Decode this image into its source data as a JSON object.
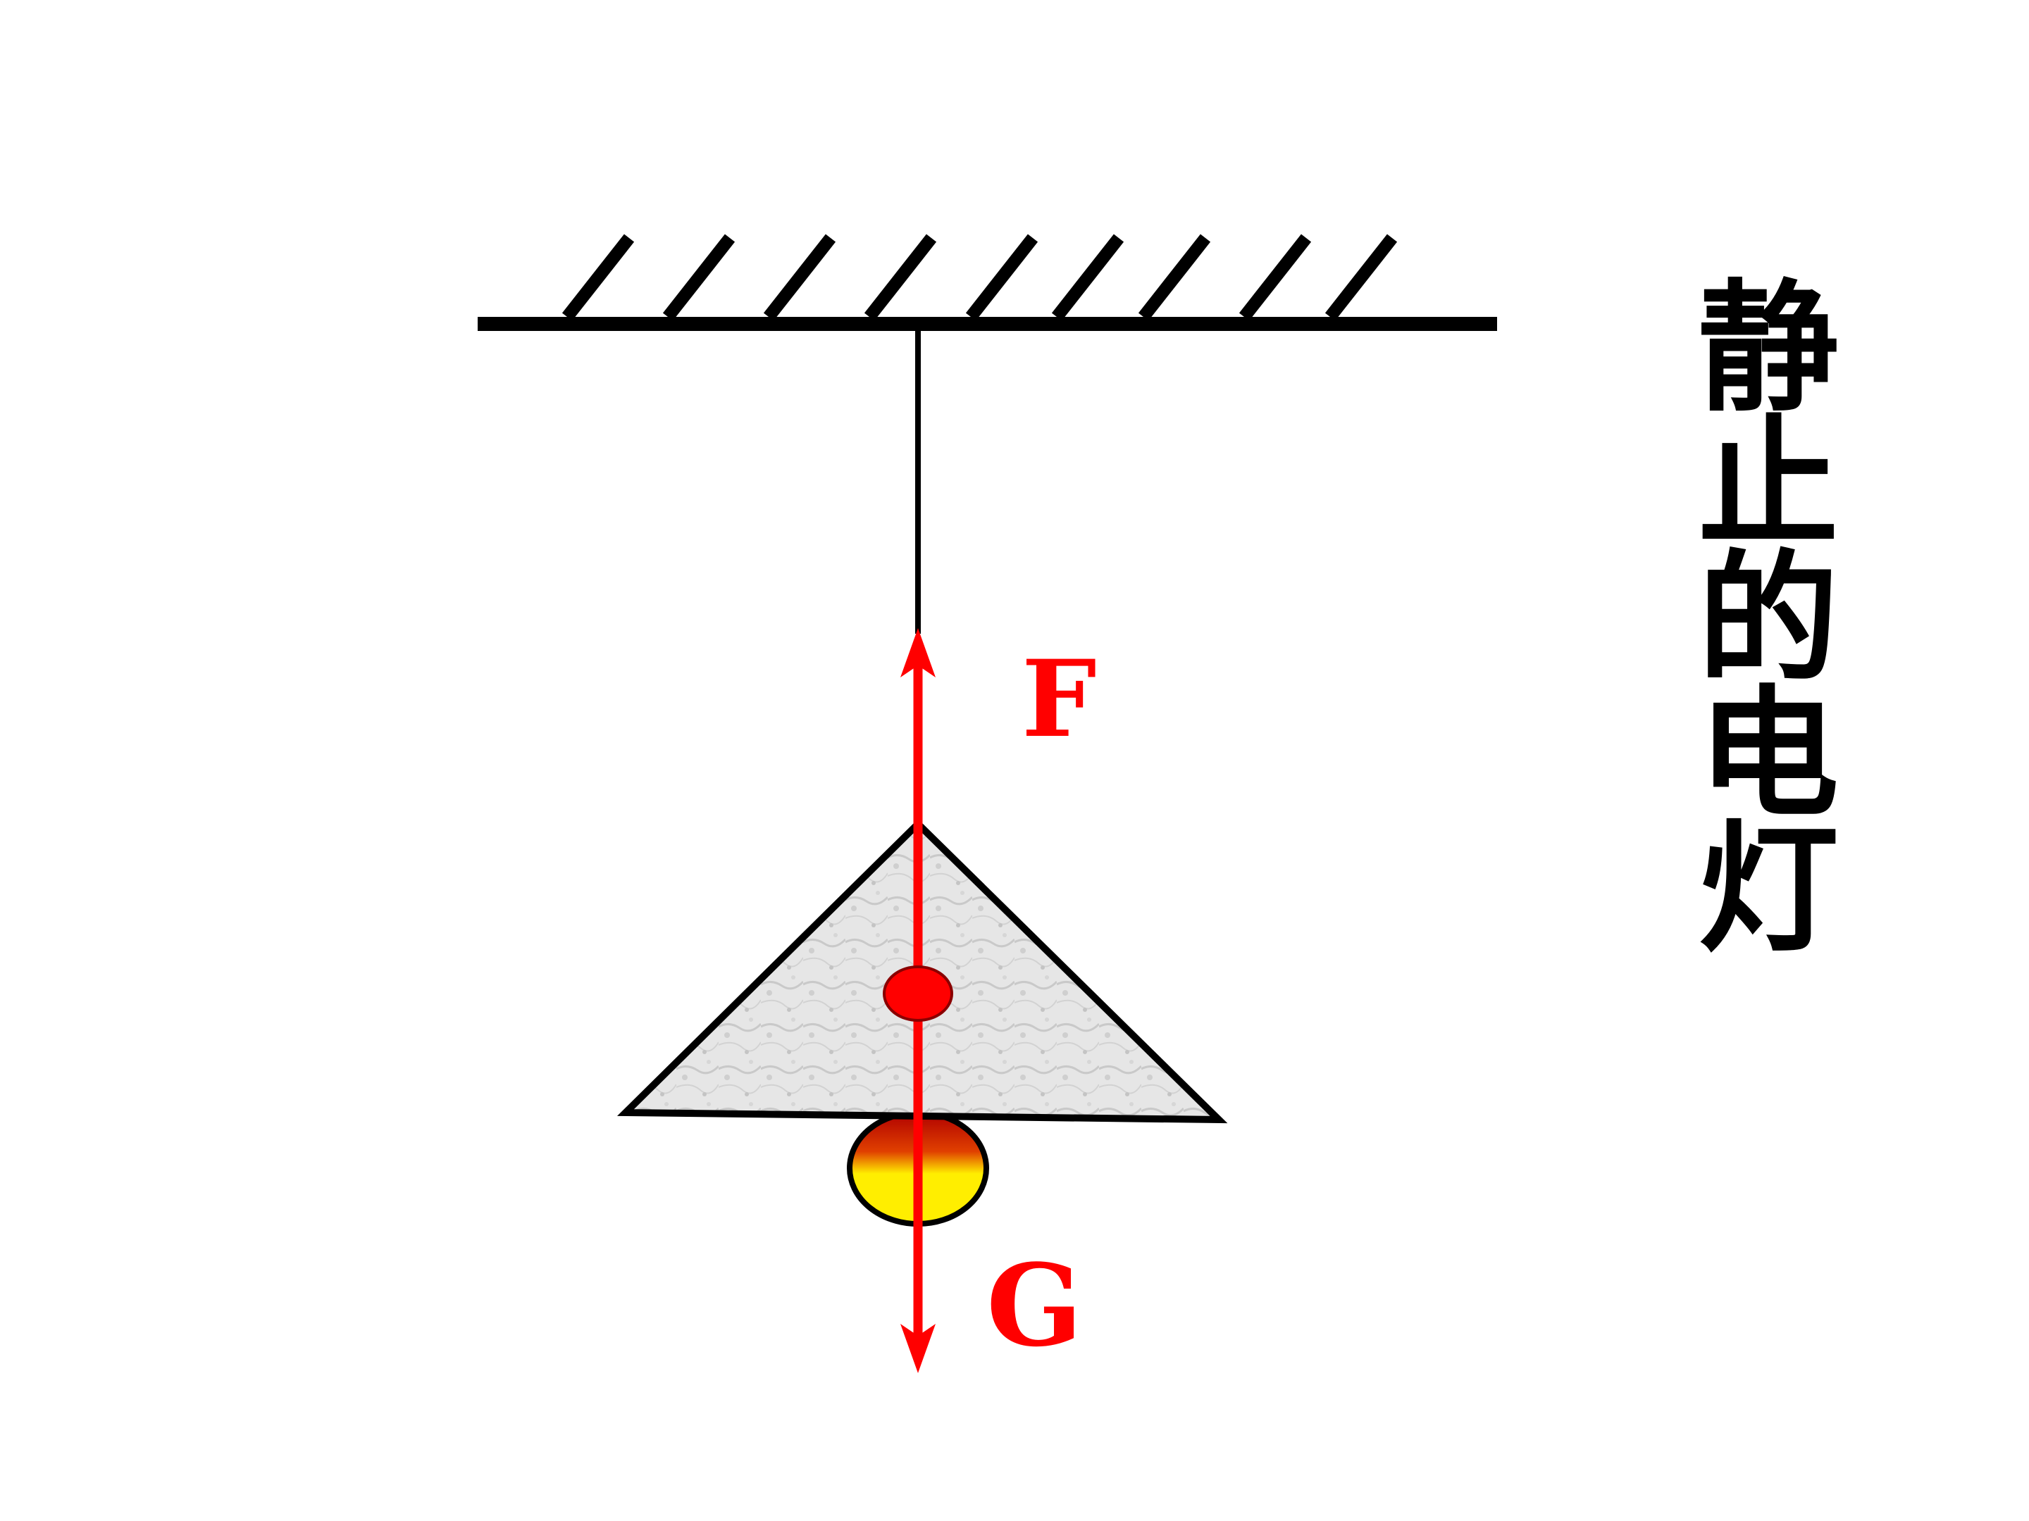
{
  "diagram": {
    "force_up_label": "F",
    "force_down_label": "G",
    "caption_chars": [
      "静",
      "止",
      "的",
      "电",
      "灯"
    ]
  },
  "colors": {
    "force": "#ff0000",
    "line": "#000000",
    "lampshade_fill": "#e4e4e4",
    "bulb_top": "#b00000",
    "bulb_bottom": "#ffee00",
    "background": "#ffffff"
  }
}
